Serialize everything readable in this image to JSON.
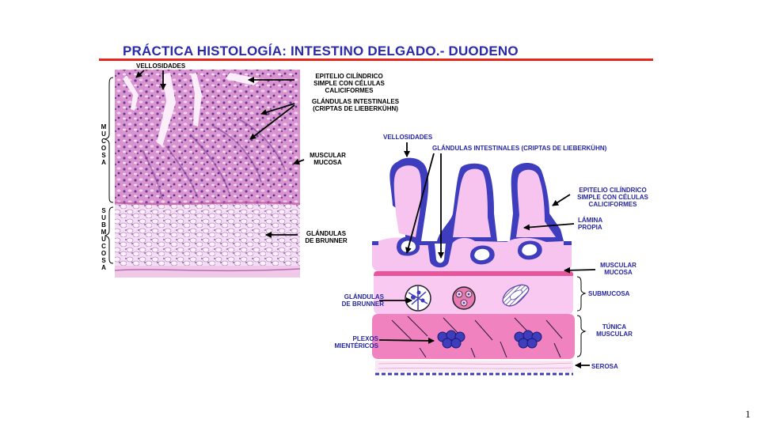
{
  "title": "PRÁCTICA HISTOLOGÍA: INTESTINO DELGADO.- DUODENO",
  "micrograph": {
    "labels": {
      "vellosidades": "VELLOSIDADES",
      "epitelio": [
        "EPITELIO CILÍNDRICO",
        "SIMPLE CON CÉLULAS",
        "CALICIFORMES"
      ],
      "glandulas": [
        "GLÁNDULAS INTESTINALES",
        "(CRIPTAS DE LIEBERKÜHN)"
      ],
      "muscular": [
        "MUSCULAR",
        "MUCOSA"
      ],
      "brunner": [
        "GLÁNDULAS",
        "DE BRUNNER"
      ]
    },
    "side": {
      "mucosa": "MUCOSA",
      "submucosa": "SUBMUCOSA"
    }
  },
  "diagram": {
    "labels": {
      "vellosidades": "VELLOSIDADES",
      "glandulas": "GLÁNDULAS INTESTINALES (CRIPTAS DE LIEBERKÜHN)",
      "epitelio": [
        "EPITELIO CILÍNDRICO",
        "SIMPLE CON CÉLULAS",
        "CALICIFORMES"
      ],
      "lamina": [
        "LÁMINA",
        "PROPIA"
      ],
      "muscular_mucosa": [
        "MUSCULAR",
        "MUCOSA"
      ],
      "submucosa": "SUBMUCOSA",
      "brunner": [
        "GLÁNDULAS",
        "DE BRUNNER"
      ],
      "tunica": [
        "TÚNICA",
        "MUSCULAR"
      ],
      "plexos": [
        "PLEXOS",
        "MIENTÉRICOS"
      ],
      "serosa": "SEROSA"
    }
  },
  "colors": {
    "title": "#2a2aa8",
    "title_rule": "#e8261c",
    "epithelium": "#3d3dbd",
    "lamina_propria": "#f7c4ef",
    "muscularis_mucosae": "#e9559a",
    "submucosa": "#f9c9f2",
    "muscularis": "#ef82bf",
    "serosa": "#3b3bb5"
  },
  "page_number": "1"
}
